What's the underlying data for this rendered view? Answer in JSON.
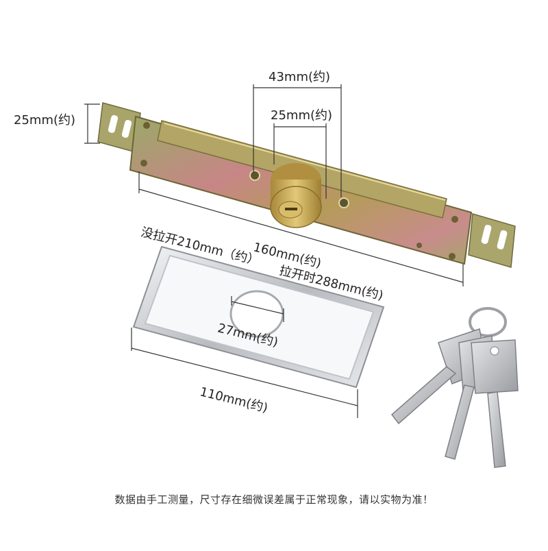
{
  "labels": {
    "height_25": "25mm(约)",
    "width_43": "43mm(约)",
    "width_25": "25mm(约)",
    "length_160": "160mm(约)",
    "closed_210": "没拉开210mm（约）",
    "open_288": "拉开时288mm(约)",
    "hole_27": "27mm(约)",
    "plate_110": "110mm(约)"
  },
  "footer": "数据由手工测量，尺寸存在细微误差属于正常现象，请以实物为准！",
  "colors": {
    "plate_main": "#b59b5a",
    "plate_pink": "#c78686",
    "plate_green": "#9aa968",
    "cylinder": "#c9a955",
    "chrome": "#d9dadd",
    "keys": "#b8b9bd"
  }
}
